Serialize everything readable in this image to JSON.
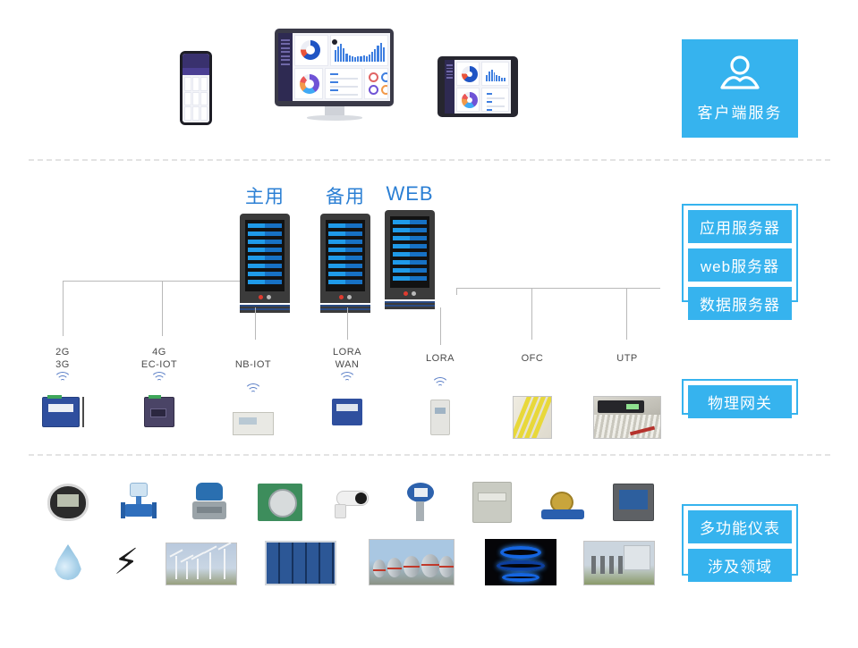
{
  "layers": {
    "client": {
      "callout_label": "客户端服务",
      "icon": "user-icon",
      "devices": [
        "smartphone",
        "desktop-monitor",
        "tablet"
      ]
    },
    "server": {
      "racks": [
        {
          "label": "主用"
        },
        {
          "label": "备用"
        },
        {
          "label": "WEB"
        }
      ],
      "callout_chips": [
        "应用服务器",
        "web服务器",
        "数据服务器"
      ]
    },
    "gateway": {
      "callout_label": "物理网关",
      "nodes": [
        {
          "label": "2G\n3G",
          "label_l1": "2G",
          "label_l2": "3G",
          "icon": "dtu-module-icon",
          "wireless": true
        },
        {
          "label": "4G EC-IOT",
          "label_l1": "4G",
          "label_l2": "EC-IOT",
          "icon": "industrial-router-icon",
          "wireless": true
        },
        {
          "label": "NB-IOT",
          "label_l1": "NB-IOT",
          "label_l2": "",
          "icon": "nb-iot-meter-icon",
          "wireless": true
        },
        {
          "label": "LORA WAN",
          "label_l1": "LORA",
          "label_l2": "WAN",
          "icon": "lora-gateway-icon",
          "wireless": true
        },
        {
          "label": "LORA",
          "label_l1": "LORA",
          "label_l2": "",
          "icon": "lora-node-icon",
          "wireless": true
        },
        {
          "label": "OFC",
          "label_l1": "OFC",
          "label_l2": "",
          "icon": "fiber-cable-icon",
          "wireless": false
        },
        {
          "label": "UTP",
          "label_l1": "UTP",
          "label_l2": "",
          "icon": "patch-panel-icon",
          "wireless": false
        }
      ]
    },
    "field": {
      "callout_chips": [
        "多功能仪表",
        "涉及领域"
      ],
      "meters": [
        {
          "name": "digital-display-meter"
        },
        {
          "name": "electromagnetic-flow-meter"
        },
        {
          "name": "pressure-transmitter"
        },
        {
          "name": "rotameter"
        },
        {
          "name": "surveillance-camera"
        },
        {
          "name": "pressure-sensor"
        },
        {
          "name": "gas-meter"
        },
        {
          "name": "water-meter"
        },
        {
          "name": "power-meter"
        }
      ],
      "domains": [
        {
          "name": "water-drop-icon"
        },
        {
          "name": "electricity-bolt-icon"
        },
        {
          "name": "wind-farm-photo"
        },
        {
          "name": "solar-panel-photo"
        },
        {
          "name": "storage-tank-photo"
        },
        {
          "name": "gas-flame-photo"
        },
        {
          "name": "substation-photo"
        }
      ]
    }
  },
  "colors": {
    "accent": "#36b3ee",
    "rack_label": "#2b7fd4",
    "line": "#b9b9b9",
    "divider": "#e3e3e3"
  }
}
